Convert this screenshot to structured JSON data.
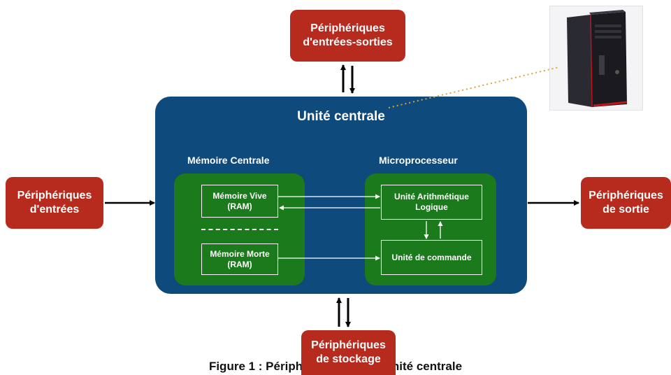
{
  "peripherals": {
    "io": {
      "line1": "Périphériques",
      "line2": "d'entrées-sorties"
    },
    "input": {
      "line1": "Périphériques",
      "line2": "d'entrées"
    },
    "output": {
      "line1": "Périphériques",
      "line2": "de sortie"
    },
    "storage": {
      "line1": "Périphériques",
      "line2": "de stockage"
    }
  },
  "central_unit": {
    "title": "Unité centrale",
    "memory": {
      "label": "Mémoire Centrale",
      "ram": {
        "line1": "Mémoire Vive",
        "line2": "(RAM)"
      },
      "rom": {
        "line1": "Mémoire Morte",
        "line2": "(RAM)"
      }
    },
    "processor": {
      "label": "Microprocesseur",
      "alu": {
        "line1": "Unité Arithmétique",
        "line2": "Logique"
      },
      "control": "Unité de commande"
    }
  },
  "caption": "Figure 1 : Périphériques ... de l'unité centrale",
  "colors": {
    "peripheral": "#b72a1e",
    "central_unit": "#0e4a7b",
    "component": "#1b7a1b",
    "connector": "#d9a43a"
  },
  "images": {
    "computer_tower": "desktop-tower-icon"
  }
}
